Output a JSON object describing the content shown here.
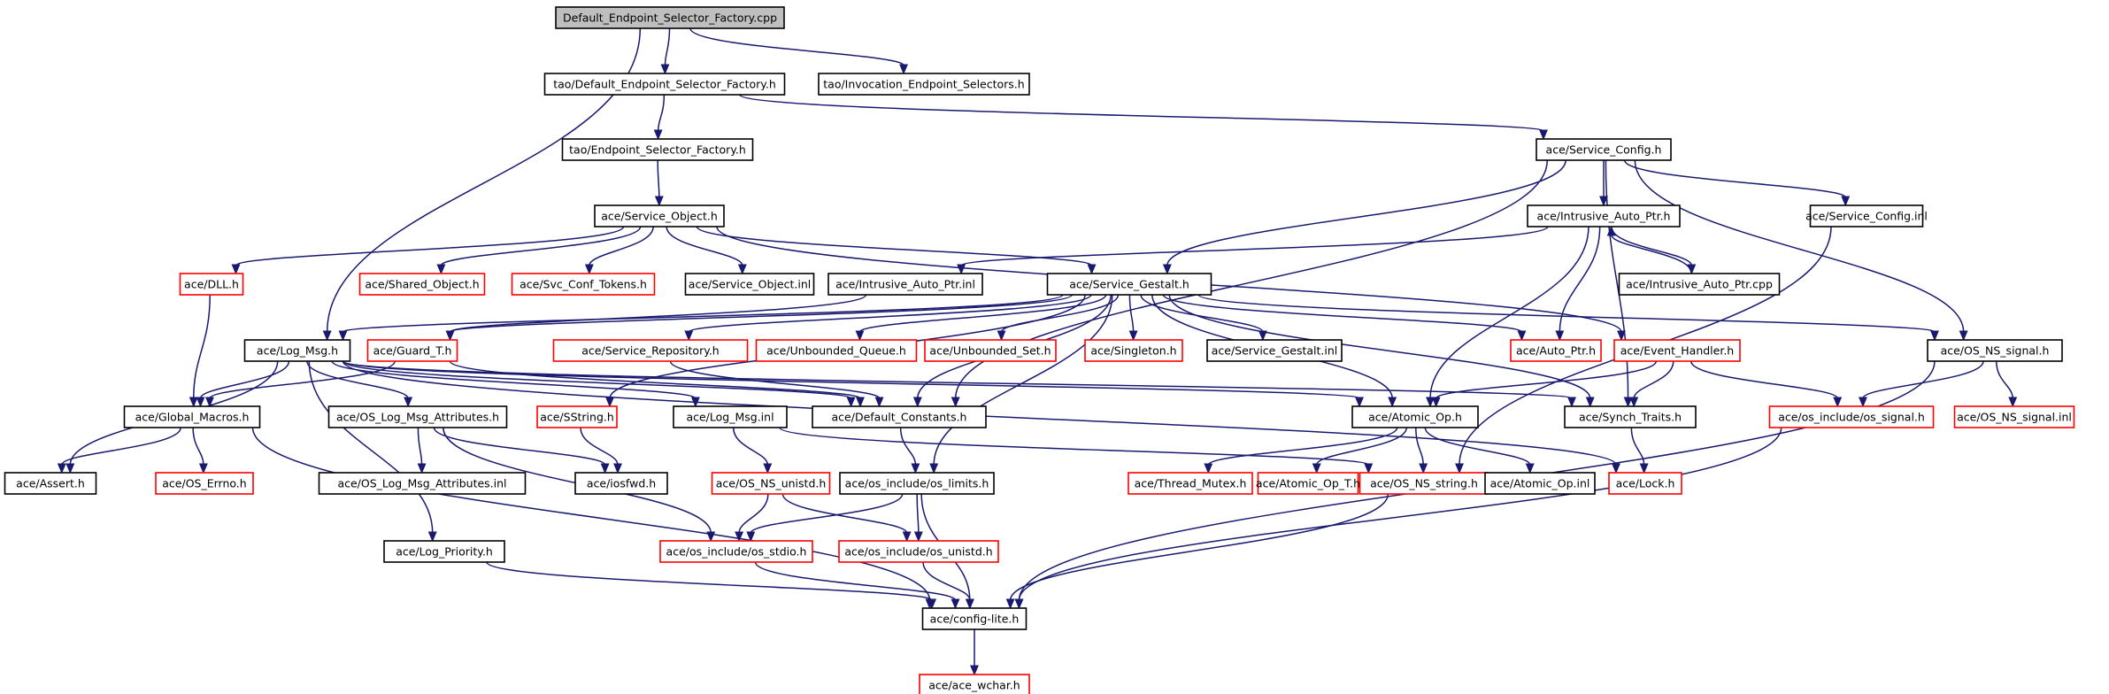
{
  "colors": {
    "edge": "#191970",
    "border_normal": "#000000",
    "border_truncated": "#ff0000",
    "root_fill": "#bfbfbf",
    "node_fill": "#ffffff"
  },
  "nodes": [
    {
      "id": "n0",
      "label": "Default_Endpoint_Selector_Factory.cpp",
      "style": "root"
    },
    {
      "id": "n1",
      "label": "tao/Default_Endpoint_Selector_Factory.h",
      "style": "normal"
    },
    {
      "id": "n2",
      "label": "tao/Invocation_Endpoint_Selectors.h",
      "style": "normal"
    },
    {
      "id": "n3",
      "label": "tao/Endpoint_Selector_Factory.h",
      "style": "normal"
    },
    {
      "id": "n4",
      "label": "ace/Service_Config.h",
      "style": "normal"
    },
    {
      "id": "n5",
      "label": "ace/Service_Object.h",
      "style": "normal"
    },
    {
      "id": "n6",
      "label": "ace/Intrusive_Auto_Ptr.h",
      "style": "normal"
    },
    {
      "id": "n7",
      "label": "ace/Service_Config.inl",
      "style": "normal"
    },
    {
      "id": "n8",
      "label": "ace/DLL.h",
      "style": "truncated"
    },
    {
      "id": "n9",
      "label": "ace/Shared_Object.h",
      "style": "truncated"
    },
    {
      "id": "n10",
      "label": "ace/Svc_Conf_Tokens.h",
      "style": "truncated"
    },
    {
      "id": "n11",
      "label": "ace/Service_Object.inl",
      "style": "normal"
    },
    {
      "id": "n12",
      "label": "ace/Intrusive_Auto_Ptr.inl",
      "style": "normal"
    },
    {
      "id": "n13",
      "label": "ace/Service_Gestalt.h",
      "style": "normal"
    },
    {
      "id": "n14",
      "label": "ace/Intrusive_Auto_Ptr.cpp",
      "style": "normal"
    },
    {
      "id": "n15",
      "label": "ace/Log_Msg.h",
      "style": "normal"
    },
    {
      "id": "n16",
      "label": "ace/Guard_T.h",
      "style": "truncated"
    },
    {
      "id": "n17",
      "label": "ace/Service_Repository.h",
      "style": "truncated"
    },
    {
      "id": "n18",
      "label": "ace/Unbounded_Queue.h",
      "style": "truncated"
    },
    {
      "id": "n19",
      "label": "ace/Unbounded_Set.h",
      "style": "truncated"
    },
    {
      "id": "n20",
      "label": "ace/Singleton.h",
      "style": "truncated"
    },
    {
      "id": "n21",
      "label": "ace/Service_Gestalt.inl",
      "style": "normal"
    },
    {
      "id": "n22",
      "label": "ace/Auto_Ptr.h",
      "style": "truncated"
    },
    {
      "id": "n23",
      "label": "ace/Event_Handler.h",
      "style": "truncated"
    },
    {
      "id": "n24",
      "label": "ace/OS_NS_signal.h",
      "style": "normal"
    },
    {
      "id": "n25",
      "label": "ace/Global_Macros.h",
      "style": "normal"
    },
    {
      "id": "n26",
      "label": "ace/OS_Log_Msg_Attributes.h",
      "style": "normal"
    },
    {
      "id": "n27",
      "label": "ace/SString.h",
      "style": "truncated"
    },
    {
      "id": "n28",
      "label": "ace/Log_Msg.inl",
      "style": "normal"
    },
    {
      "id": "n29",
      "label": "ace/Default_Constants.h",
      "style": "normal"
    },
    {
      "id": "n30",
      "label": "ace/Atomic_Op.h",
      "style": "normal"
    },
    {
      "id": "n31",
      "label": "ace/Synch_Traits.h",
      "style": "normal"
    },
    {
      "id": "n32",
      "label": "ace/os_include/os_signal.h",
      "style": "truncated"
    },
    {
      "id": "n33",
      "label": "ace/OS_NS_signal.inl",
      "style": "truncated"
    },
    {
      "id": "n34",
      "label": "ace/Assert.h",
      "style": "normal"
    },
    {
      "id": "n35",
      "label": "ace/OS_Errno.h",
      "style": "truncated"
    },
    {
      "id": "n36",
      "label": "ace/OS_Log_Msg_Attributes.inl",
      "style": "normal"
    },
    {
      "id": "n37",
      "label": "ace/iosfwd.h",
      "style": "normal"
    },
    {
      "id": "n38",
      "label": "ace/OS_NS_unistd.h",
      "style": "truncated"
    },
    {
      "id": "n39",
      "label": "ace/os_include/os_limits.h",
      "style": "normal"
    },
    {
      "id": "n40",
      "label": "ace/Thread_Mutex.h",
      "style": "truncated"
    },
    {
      "id": "n41",
      "label": "ace/Atomic_Op_T.h",
      "style": "truncated"
    },
    {
      "id": "n42",
      "label": "ace/OS_NS_string.h",
      "style": "truncated"
    },
    {
      "id": "n43",
      "label": "ace/Atomic_Op.inl",
      "style": "normal"
    },
    {
      "id": "n44",
      "label": "ace/Lock.h",
      "style": "truncated"
    },
    {
      "id": "n45",
      "label": "ace/Log_Priority.h",
      "style": "normal"
    },
    {
      "id": "n46",
      "label": "ace/os_include/os_stdio.h",
      "style": "truncated"
    },
    {
      "id": "n47",
      "label": "ace/os_include/os_unistd.h",
      "style": "truncated"
    },
    {
      "id": "n48",
      "label": "ace/config-lite.h",
      "style": "normal"
    },
    {
      "id": "n49",
      "label": "ace/ace_wchar.h",
      "style": "truncated"
    }
  ],
  "edges": [
    [
      "n0",
      "n1"
    ],
    [
      "n0",
      "n2"
    ],
    [
      "n0",
      "n15"
    ],
    [
      "n1",
      "n3"
    ],
    [
      "n1",
      "n4"
    ],
    [
      "n3",
      "n5"
    ],
    [
      "n4",
      "n6"
    ],
    [
      "n4",
      "n7"
    ],
    [
      "n4",
      "n13"
    ],
    [
      "n4",
      "n24"
    ],
    [
      "n4",
      "n29"
    ],
    [
      "n4",
      "n31"
    ],
    [
      "n5",
      "n8"
    ],
    [
      "n5",
      "n9"
    ],
    [
      "n5",
      "n10"
    ],
    [
      "n5",
      "n11"
    ],
    [
      "n5",
      "n13"
    ],
    [
      "n5",
      "n23"
    ],
    [
      "n6",
      "n12"
    ],
    [
      "n6",
      "n14"
    ],
    [
      "n6",
      "n22"
    ],
    [
      "n6",
      "n30"
    ],
    [
      "n14",
      "n6"
    ],
    [
      "n7",
      "n42"
    ],
    [
      "n8",
      "n25"
    ],
    [
      "n12",
      "n16"
    ],
    [
      "n13",
      "n15"
    ],
    [
      "n13",
      "n16"
    ],
    [
      "n13",
      "n17"
    ],
    [
      "n13",
      "n18"
    ],
    [
      "n13",
      "n19"
    ],
    [
      "n13",
      "n20"
    ],
    [
      "n13",
      "n21"
    ],
    [
      "n13",
      "n22"
    ],
    [
      "n13",
      "n29"
    ],
    [
      "n13",
      "n30"
    ],
    [
      "n13",
      "n31"
    ],
    [
      "n13",
      "n24"
    ],
    [
      "n13",
      "n27"
    ],
    [
      "n13",
      "n39"
    ],
    [
      "n15",
      "n25"
    ],
    [
      "n15",
      "n26"
    ],
    [
      "n15",
      "n28"
    ],
    [
      "n15",
      "n29"
    ],
    [
      "n15",
      "n34"
    ],
    [
      "n15",
      "n45"
    ],
    [
      "n15",
      "n30"
    ],
    [
      "n15",
      "n31"
    ],
    [
      "n15",
      "n44"
    ],
    [
      "n16",
      "n25"
    ],
    [
      "n16",
      "n29"
    ],
    [
      "n17",
      "n29"
    ],
    [
      "n23",
      "n30"
    ],
    [
      "n23",
      "n31"
    ],
    [
      "n23",
      "n32"
    ],
    [
      "n24",
      "n32"
    ],
    [
      "n24",
      "n33"
    ],
    [
      "n24",
      "n48"
    ],
    [
      "n25",
      "n34"
    ],
    [
      "n25",
      "n35"
    ],
    [
      "n25",
      "n48"
    ],
    [
      "n26",
      "n36"
    ],
    [
      "n26",
      "n37"
    ],
    [
      "n26",
      "n46"
    ],
    [
      "n27",
      "n37"
    ],
    [
      "n28",
      "n38"
    ],
    [
      "n28",
      "n42"
    ],
    [
      "n29",
      "n39"
    ],
    [
      "n30",
      "n40"
    ],
    [
      "n30",
      "n41"
    ],
    [
      "n30",
      "n43"
    ],
    [
      "n30",
      "n42"
    ],
    [
      "n31",
      "n44"
    ],
    [
      "n32",
      "n48"
    ],
    [
      "n38",
      "n46"
    ],
    [
      "n38",
      "n47"
    ],
    [
      "n39",
      "n46"
    ],
    [
      "n39",
      "n47"
    ],
    [
      "n39",
      "n48"
    ],
    [
      "n42",
      "n48"
    ],
    [
      "n45",
      "n48"
    ],
    [
      "n46",
      "n48"
    ],
    [
      "n47",
      "n48"
    ],
    [
      "n48",
      "n49"
    ]
  ]
}
